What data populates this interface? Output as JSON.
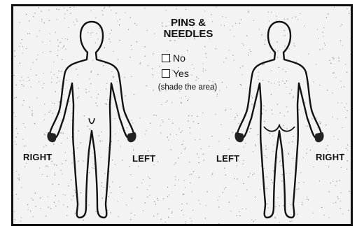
{
  "form": {
    "heading_line1": "PINS &",
    "heading_line2": "NEEDLES",
    "options": [
      {
        "label": "No",
        "checked": false
      },
      {
        "label": "Yes",
        "checked": false
      }
    ],
    "hint": "(shade the area)",
    "front_view": {
      "right_label": "RIGHT",
      "left_label": "LEFT"
    },
    "back_view": {
      "left_label": "LEFT",
      "right_label": "RIGHT"
    }
  },
  "colors": {
    "ink": "#111111",
    "paper": "#f3f3f3"
  }
}
